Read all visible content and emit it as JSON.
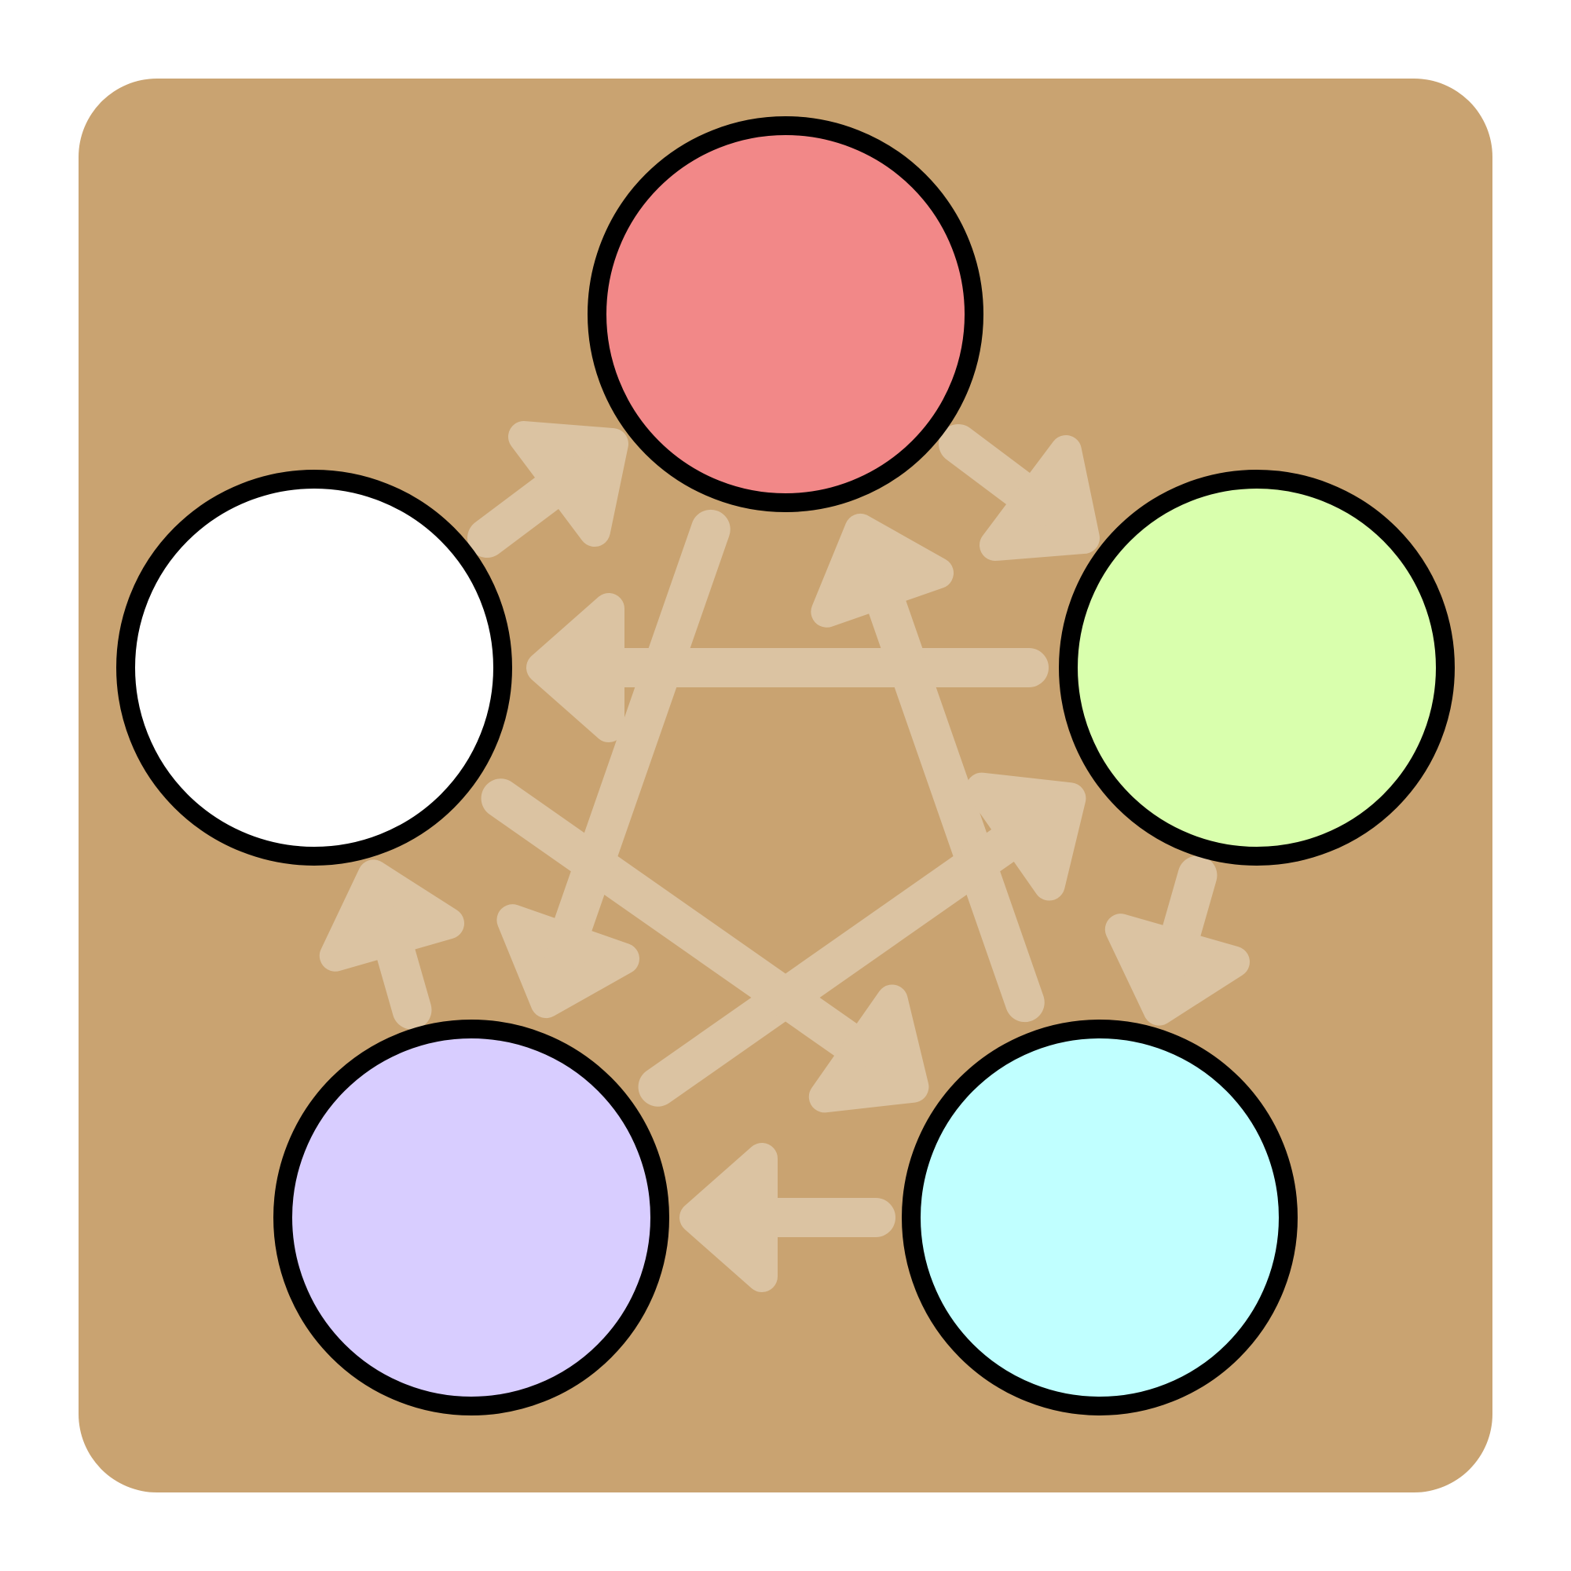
{
  "diagram": {
    "colors": {
      "background": "#c9a371",
      "arrow": "#dbc3a2",
      "outline": "#000000"
    },
    "nodes": [
      {
        "id": "top",
        "fill": "#f28888"
      },
      {
        "id": "right",
        "fill": "#d9ffad"
      },
      {
        "id": "bottom-right",
        "fill": "#c0ffff"
      },
      {
        "id": "bottom-left",
        "fill": "#d8cdff"
      },
      {
        "id": "left",
        "fill": "#ffffff"
      }
    ],
    "edges": [
      {
        "from": "left",
        "to": "top"
      },
      {
        "from": "top",
        "to": "right"
      },
      {
        "from": "right",
        "to": "bottom-right"
      },
      {
        "from": "bottom-right",
        "to": "bottom-left"
      },
      {
        "from": "bottom-left",
        "to": "left"
      },
      {
        "from": "right",
        "to": "left"
      },
      {
        "from": "bottom-right",
        "to": "top"
      },
      {
        "from": "bottom-left",
        "to": "right"
      },
      {
        "from": "left",
        "to": "bottom-right"
      },
      {
        "from": "top",
        "to": "bottom-left"
      }
    ]
  }
}
